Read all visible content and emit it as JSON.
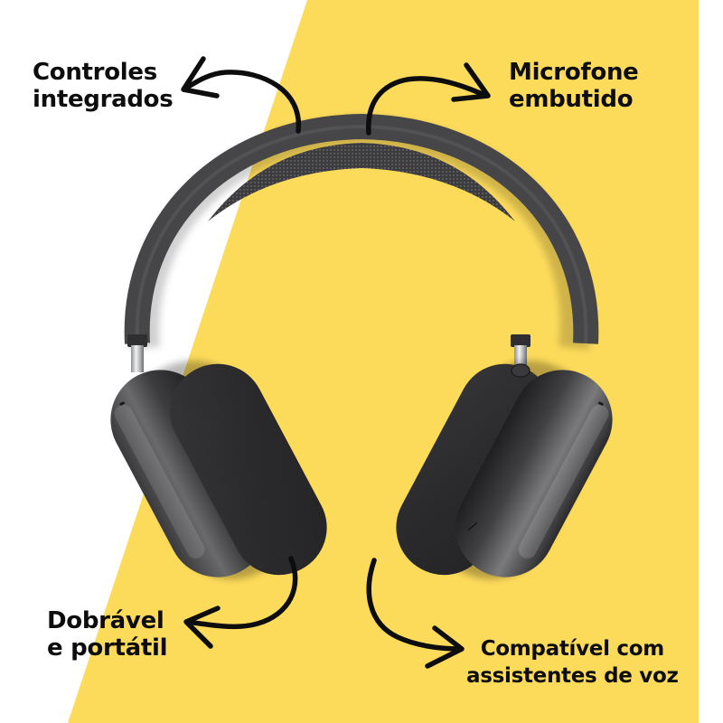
{
  "colors": {
    "background": "#ffffff",
    "accent_yellow": "#fddb5a",
    "text": "#0d0d0d",
    "headphone_dark": "#2e2e30",
    "headphone_mid": "#4a4a4d",
    "metal": "#c9cacc"
  },
  "product": {
    "name": "over-ear headphones"
  },
  "features": {
    "top_left": {
      "line1": "Controles",
      "line2": "integrados",
      "icon": "curved-arrow-left"
    },
    "top_right": {
      "line1": "Microfone",
      "line2": "embutido",
      "icon": "curved-arrow-right"
    },
    "bottom_left": {
      "line1": "Dobrável",
      "line2": "e portátil",
      "icon": "curved-arrow-left"
    },
    "bottom_right": {
      "line1": "Compatível com",
      "line2": "assistentes de voz",
      "icon": "curved-arrow-right"
    }
  }
}
